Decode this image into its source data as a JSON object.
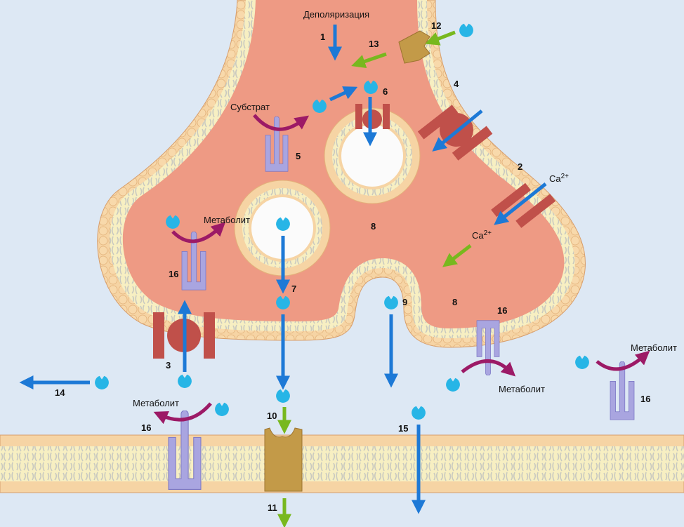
{
  "diagram": {
    "title": "Synapse: neurotransmitter release, reuptake and metabolism",
    "colors": {
      "background": "#dde8f4",
      "cytoplasm": "#ee9a84",
      "membrane_head": "#f6d4a4",
      "membrane_core": "#f7efc2",
      "lipid_tail": "#c9c9c0",
      "vesicle_lumen": "#fbfbfb",
      "neurotransmitter": "#27b5e6",
      "blue_arrow": "#1d79d6",
      "green_arrow": "#78b81e",
      "enzyme": "#a9a5e0",
      "enzyme_arrow": "#9c1a66",
      "channel": "#c0504a",
      "receptor": "#c39a48"
    },
    "labels": {
      "depolarization": "Деполяризация",
      "substrate": "Субстрат",
      "metabolite": "Метаболит",
      "calcium": "Ca",
      "calcium_charge": "2+"
    },
    "numbers": {
      "n1": "1",
      "n2": "2",
      "n3": "3",
      "n4": "4",
      "n5": "5",
      "n6": "6",
      "n7": "7",
      "n8": "8",
      "n9": "9",
      "n10": "10",
      "n11": "11",
      "n12": "12",
      "n13": "13",
      "n14": "14",
      "n15": "15",
      "n16": "16"
    }
  }
}
